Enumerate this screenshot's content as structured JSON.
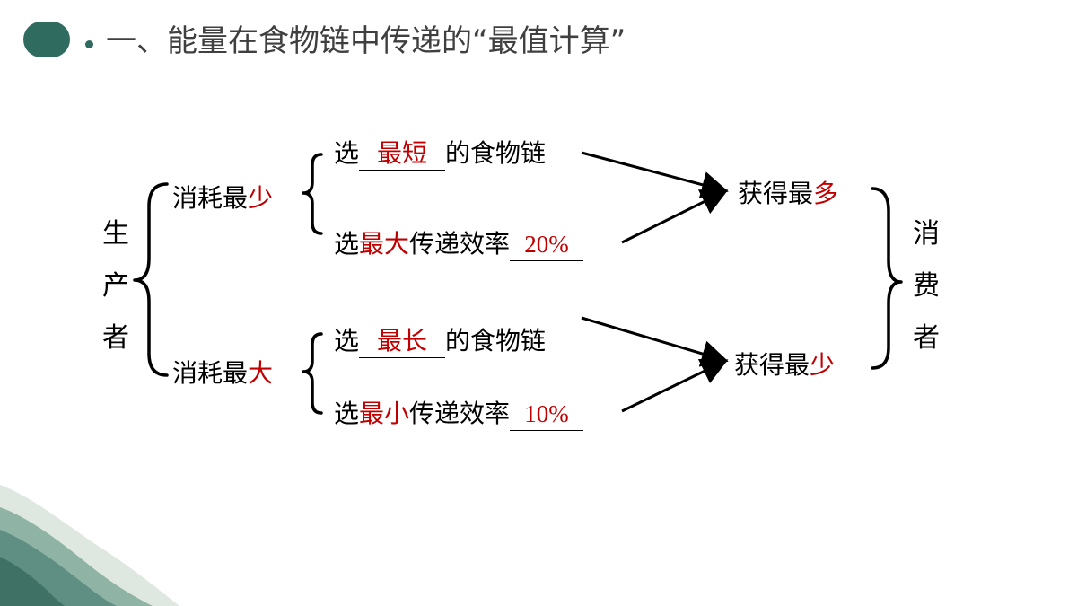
{
  "title": "一、能量在食物链中传递的“最值计算”",
  "producer": {
    "chars": [
      "生",
      "产",
      "者"
    ]
  },
  "consumer": {
    "chars": [
      "消",
      "费",
      "者"
    ]
  },
  "group_top": {
    "condition_prefix": "消耗最",
    "condition_key": "少",
    "row1": {
      "prefix": "选",
      "blank": "最短",
      "suffix": "的食物链"
    },
    "row2": {
      "prefix": "选",
      "key": "最大",
      "suffix": "传递效率",
      "blank": "20%"
    },
    "result_prefix": "获得最",
    "result_key": "多"
  },
  "group_bottom": {
    "condition_prefix": "消耗最",
    "condition_key": "大",
    "row1": {
      "prefix": "选",
      "blank": "最长",
      "suffix": "的食物链"
    },
    "row2": {
      "prefix": "选",
      "key": "最小",
      "suffix": "传递效率",
      "blank": "10%"
    },
    "result_prefix": "获得最",
    "result_key": "少"
  },
  "colors": {
    "accent": "#2f6b5e",
    "highlight": "#c00000",
    "title_text": "#3f3f3f"
  }
}
